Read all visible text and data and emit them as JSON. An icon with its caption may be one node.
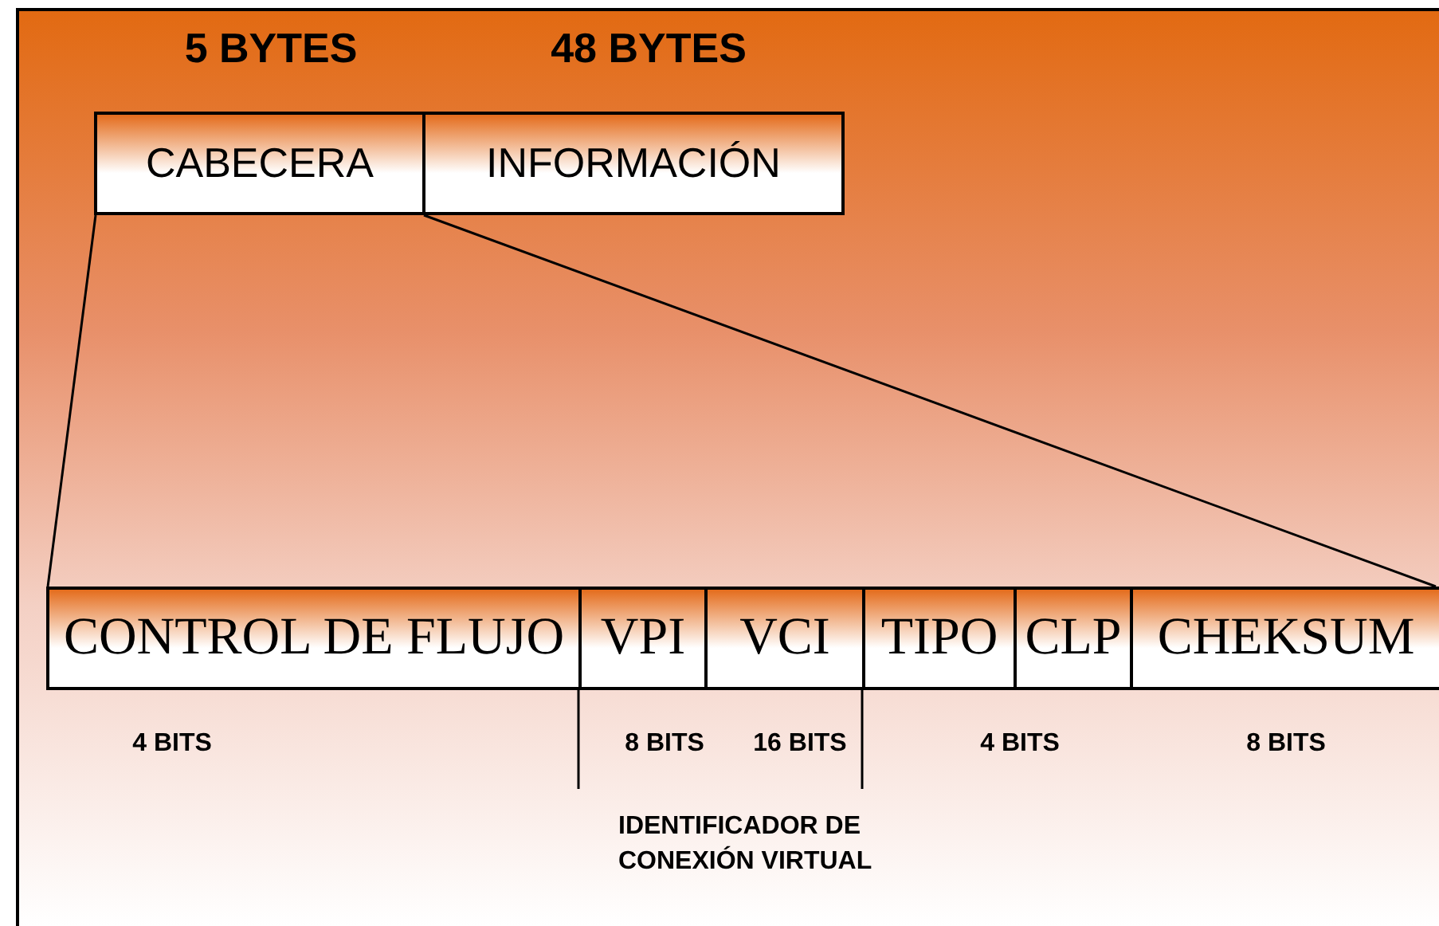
{
  "diagram": {
    "nodes": [
      {
        "text": [
          "CABECERA"
        ]
      },
      {
        "text": [
          "INFORMACIÓN"
        ]
      },
      {
        "text": [
          "CONTROL DE FLUJO"
        ]
      },
      {
        "text": [
          "VPI"
        ]
      },
      {
        "text": [
          "VCI"
        ]
      },
      {
        "text": [
          "TIPO"
        ]
      },
      {
        "text": [
          "CLP"
        ]
      },
      {
        "text": [
          "CHEKSUM"
        ]
      }
    ],
    "edges": [
      {
        "from": 0,
        "to": 2,
        "arrow": "none"
      },
      {
        "from": 0,
        "to": 7,
        "arrow": "none"
      }
    ],
    "labels": [
      "5 BYTES",
      "48 BYTES",
      "4 BITS",
      "8 BITS",
      "16 BITS",
      "4 BITS",
      "8 BITS",
      "IDENTIFICADOR DE CONEXIÓN VIRTUAL"
    ]
  }
}
